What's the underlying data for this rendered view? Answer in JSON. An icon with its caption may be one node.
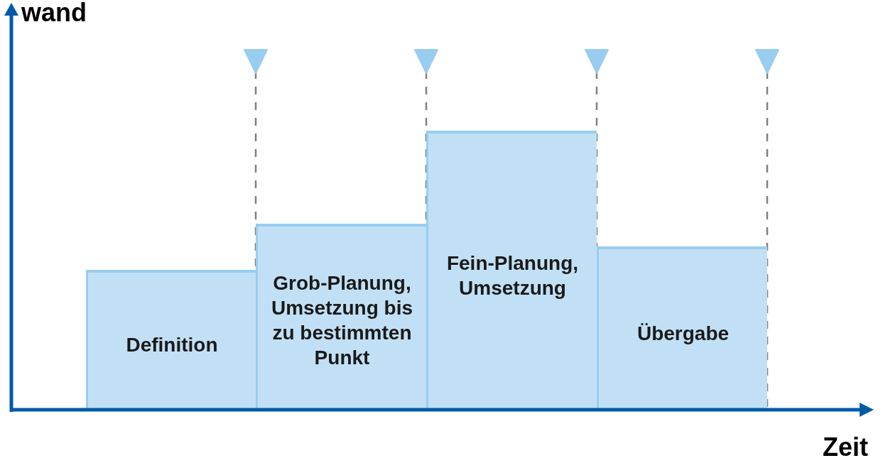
{
  "diagram": {
    "nodes": [
      {
        "text": [
          "Definition"
        ]
      },
      {
        "text": [
          "Grob-Planung, Umsetzung bis zu bestimmten Punkt"
        ]
      },
      {
        "text": [
          "Fein-Planung, Umsetzung"
        ]
      },
      {
        "text": [
          "Übergabe"
        ]
      }
    ],
    "labels": [
      "wand",
      "Zeit"
    ]
  }
}
